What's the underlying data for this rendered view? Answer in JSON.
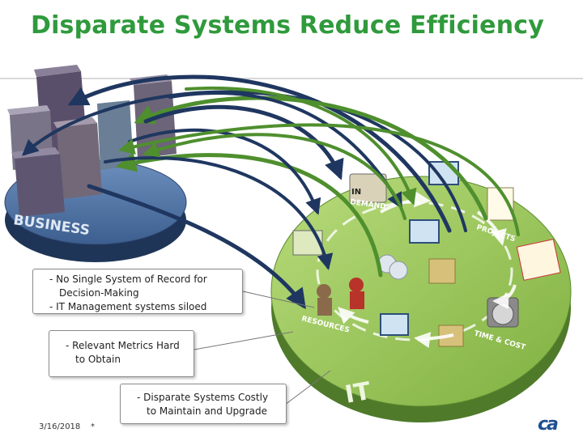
{
  "title": "Disparate Systems Reduce Efficiency",
  "disc_labels": {
    "business": "BUSINESS",
    "it": "IT",
    "demand": "DEMAND",
    "in": "IN",
    "projects": "PROJECTS",
    "resources": "RESOURCES",
    "time_cost": "TIME & COST"
  },
  "callouts": {
    "first": [
      "- No Single System of Record for Decision-Making",
      "- IT Management systems siloed"
    ],
    "second": [
      "- Relevant Metrics Hard to Obtain"
    ],
    "third": [
      "- Disparate Systems Costly to Maintain and Upgrade"
    ]
  },
  "footer": {
    "date": "3/16/2018",
    "page_marker": "*"
  },
  "logo_text": "ca",
  "colors": {
    "title": "#2f9a3c",
    "business_disc": "#4a6e9e",
    "it_disc": "#8fbf4a",
    "arrow_navy": "#1f3760",
    "arrow_green": "#4f8f2e",
    "logo": "#1d4f91"
  }
}
